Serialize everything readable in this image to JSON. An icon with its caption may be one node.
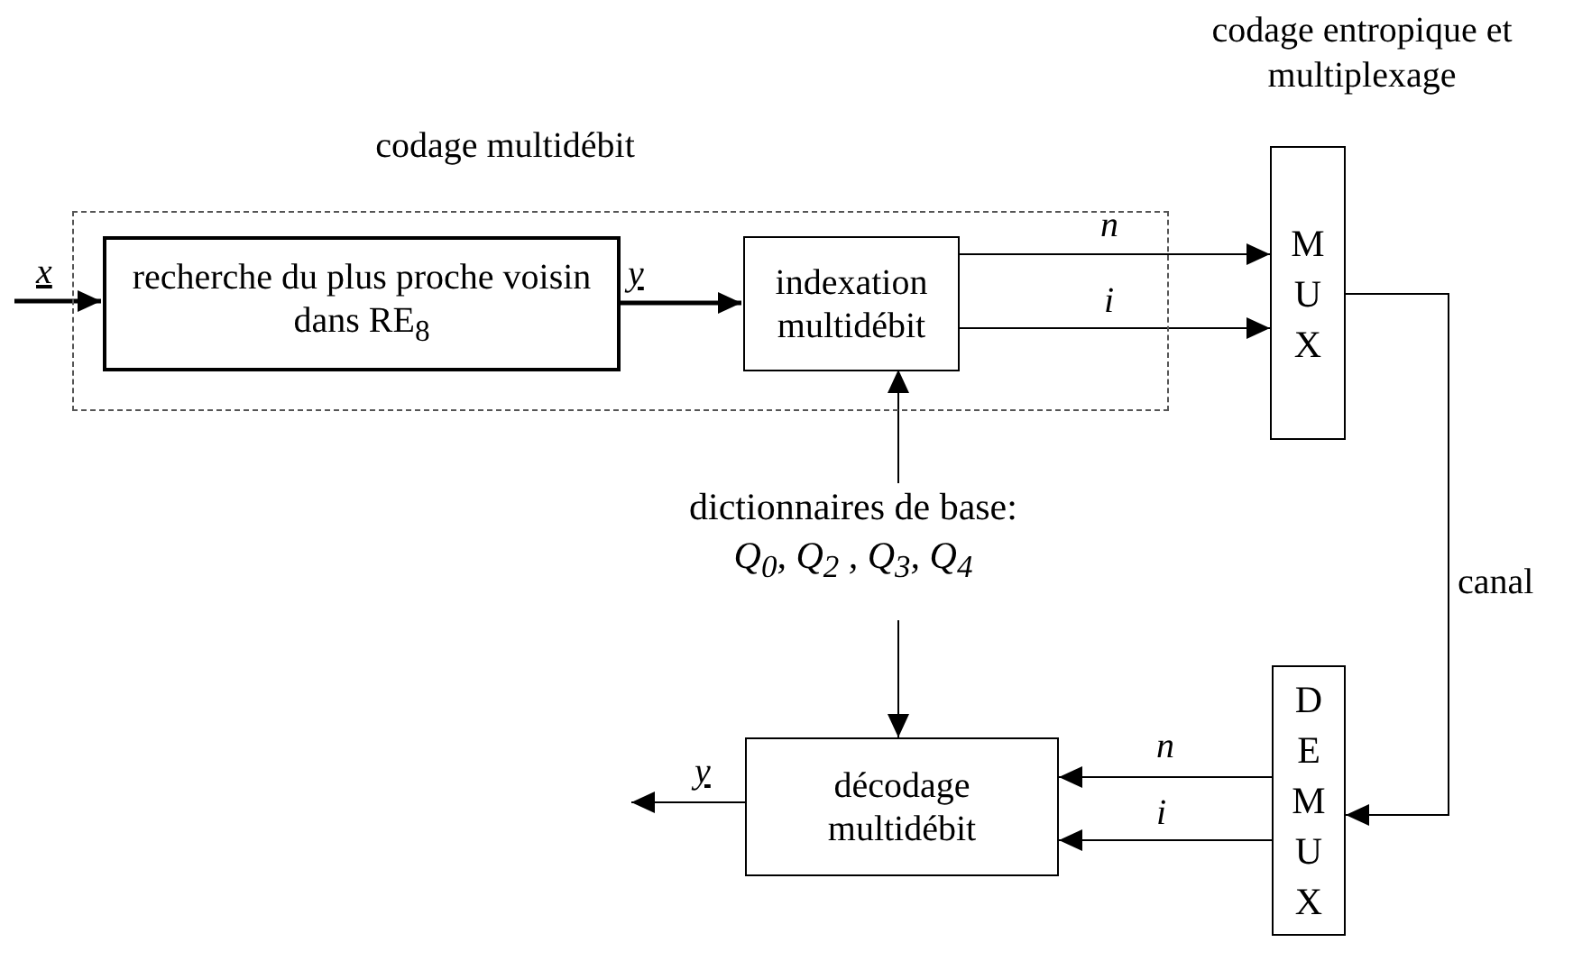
{
  "diagram": {
    "nodes": [
      {
        "text": [
          "codage multidébit"
        ]
      },
      {
        "text": [
          "recherche du plus proche voisin dans RE$_{8}$"
        ],
        "in": 0
      },
      {
        "text": [
          "indexation multidébit"
        ],
        "in": 0
      },
      {
        "text": [
          "codage entropique et multiplexage",
          "MUX"
        ]
      },
      {
        "text": [
          "dictionnaires de base:",
          "Q$_{0}$, Q$_{2}$ , Q$_{3}$, Q$_{4}$"
        ]
      },
      {
        "text": [
          "DEMUX"
        ]
      },
      {
        "text": [
          "décodage multidébit"
        ]
      }
    ],
    "edges": [
      {
        "from": null,
        "to": 1,
        "arrow": "to",
        "label": "x",
        "style": "thick"
      },
      {
        "from": 1,
        "to": 2,
        "arrow": "to",
        "label": "y",
        "style": "thick"
      },
      {
        "from": 2,
        "to": 3,
        "arrow": "to",
        "label": "n"
      },
      {
        "from": 2,
        "to": 3,
        "arrow": "to",
        "label": "i"
      },
      {
        "from": 4,
        "to": 2,
        "arrow": "to"
      },
      {
        "from": 3,
        "to": 5,
        "arrow": "to",
        "label": "canal"
      },
      {
        "from": 4,
        "to": 6,
        "arrow": "to"
      },
      {
        "from": 5,
        "to": 6,
        "arrow": "to",
        "label": "n"
      },
      {
        "from": 5,
        "to": 6,
        "arrow": "to",
        "label": "i"
      },
      {
        "from": 6,
        "to": null,
        "arrow": "to",
        "label": "y"
      }
    ]
  }
}
